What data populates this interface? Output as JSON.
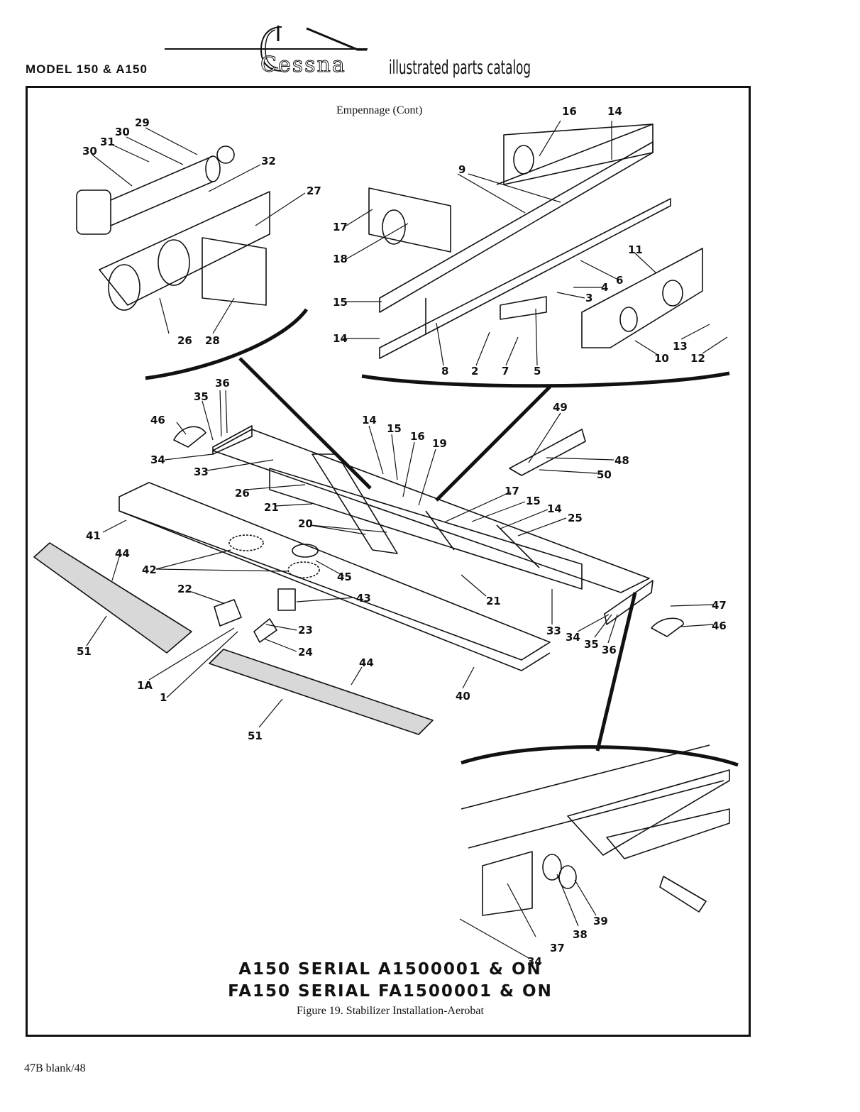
{
  "header": {
    "model": "MODEL 150 & A150",
    "brand": "Cessna",
    "catalog": "illustrated parts catalog"
  },
  "subtitle": "Empennage (Cont)",
  "callouts": [
    "1",
    "1A",
    "2",
    "3",
    "4",
    "5",
    "6",
    "7",
    "8",
    "9",
    "10",
    "11",
    "12",
    "13",
    "14",
    "15",
    "16",
    "17",
    "18",
    "19",
    "20",
    "21",
    "22",
    "23",
    "24",
    "25",
    "26",
    "27",
    "28",
    "29",
    "30",
    "31",
    "32",
    "33",
    "34",
    "35",
    "36",
    "37",
    "38",
    "39",
    "40",
    "41",
    "42",
    "43",
    "44",
    "45",
    "46",
    "47",
    "48",
    "49",
    "50",
    "51"
  ],
  "serial_lines": [
    "A150 SERIAL A1500001 & ON",
    "FA150 SERIAL FA1500001 & ON"
  ],
  "figure_caption": "Figure 19.  Stabilizer Installation-Aerobat",
  "page_number": "47B blank/48"
}
